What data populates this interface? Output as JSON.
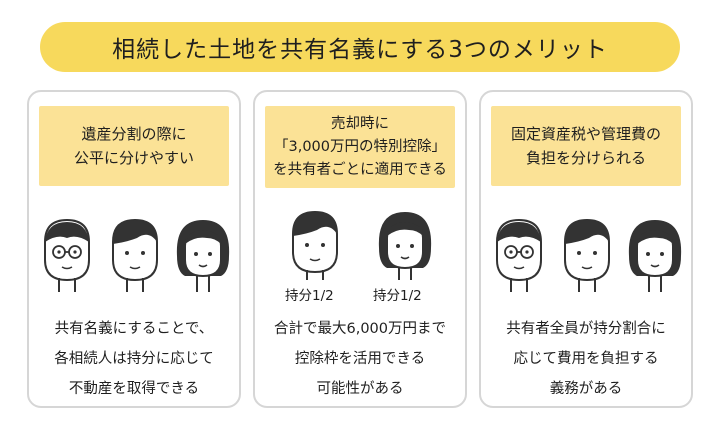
{
  "title": "相続した土地を共有名義にする3つのメリット",
  "cards": [
    {
      "heading": [
        "遺産分割の際に",
        "公平に分けやすい"
      ],
      "body": [
        "共有名義にすることで、",
        "各相続人は持分に応じて",
        "不動産を取得できる"
      ]
    },
    {
      "heading": [
        "売却時に",
        "「3,000万円の特別控除」",
        "を共有者ごとに適用できる"
      ],
      "shares": [
        "持分1/2",
        "持分1/2"
      ],
      "body": [
        "合計で最大6,000万円まで",
        "控除枠を活用できる",
        "可能性がある"
      ]
    },
    {
      "heading": [
        "固定資産税や管理費の",
        "負担を分けられる"
      ],
      "body": [
        "共有者全員が持分割合に",
        "応じて費用を負担する",
        "義務がある"
      ]
    }
  ],
  "colors": {
    "title_bg": "#f7d95c",
    "label_bg": "#fbe296",
    "border": "#d6d6d6",
    "line": "#333333"
  }
}
